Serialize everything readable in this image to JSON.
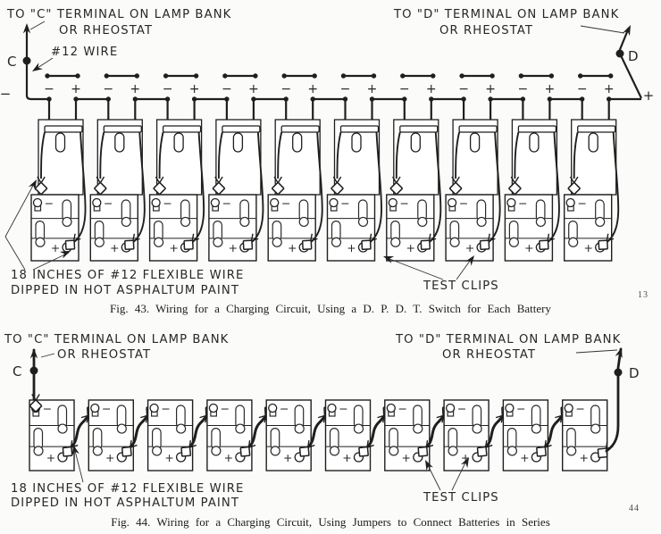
{
  "page": {
    "background": "#fbfbf9",
    "ink_color": "#1f1f1f"
  },
  "fig43": {
    "to_c_line1": "TO \"C\" TERMINAL ON LAMP BANK",
    "to_c_line2": "OR RHEOSTAT",
    "to_d_line1": "TO \"D\" TERMINAL ON LAMP BANK",
    "to_d_line2": "OR RHEOSTAT",
    "wire_gauge_label": "#12 WIRE",
    "terminal_c": "C",
    "terminal_d": "D",
    "bus_minus_end": "−",
    "bus_plus_end": "+",
    "minus_sign": "−",
    "plus_sign": "+",
    "flexible_wire_line1": "18 INCHES OF #12 FLEXIBLE WIRE",
    "flexible_wire_line2": "DIPPED IN HOT ASPHALTUM PAINT",
    "test_clips_label": "TEST CLIPS",
    "caption": "Fig. 43.  Wiring for a Charging Circuit, Using a D. P. D. T. Switch for Each Battery",
    "page_number": "13",
    "battery_count": 10
  },
  "fig44": {
    "to_c_line1": "TO \"C\" TERMINAL ON LAMP BANK",
    "to_c_line2": "OR RHEOSTAT",
    "to_d_line1": "TO \"D\" TERMINAL ON LAMP BANK",
    "to_d_line2": "OR RHEOSTAT",
    "terminal_c": "C",
    "terminal_d": "D",
    "minus_sign": "−",
    "plus_sign": "+",
    "flexible_wire_line1": "18 INCHES OF #12 FLEXIBLE WIRE",
    "flexible_wire_line2": "DIPPED IN HOT ASPHALTUM PAINT",
    "test_clips_label": "TEST CLIPS",
    "caption": "Fig. 44.  Wiring for a Charging Circuit, Using Jumpers to Connect Batteries in Series",
    "page_number": "44",
    "battery_count": 10
  }
}
